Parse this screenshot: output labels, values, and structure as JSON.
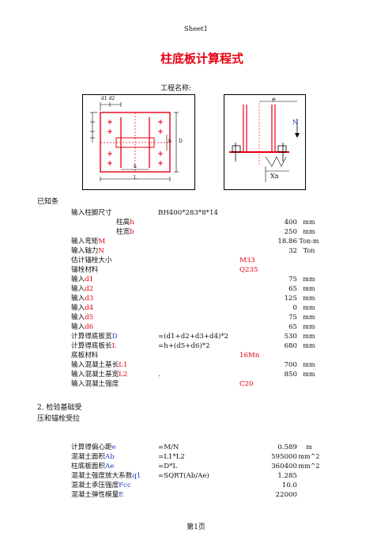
{
  "sheet_title": "Sheet1",
  "title": "柱底板计算程式",
  "project_label": "工程名称:",
  "figure_labels": {
    "d1d2": "d1 d2",
    "b": "b",
    "D": "D",
    "h": "h",
    "L": "L",
    "e": "e",
    "N": "N",
    "Xn": "Xn"
  },
  "known_label": "已知条",
  "section2_label": "2. 检验基础受压和锚栓受拉",
  "rows": [
    {
      "label": "输入柱脚尺寸",
      "formula": "BH400*283*8*14",
      "value": "",
      "unit": ""
    },
    {
      "label": "柱高",
      "var": "h",
      "formula": "",
      "value": "400",
      "unit": "mm"
    },
    {
      "label": "柱宽",
      "var": "b",
      "formula": "",
      "value": "250",
      "unit": "mm"
    },
    {
      "label": "输入弯矩",
      "var": "M",
      "formula": "",
      "value": "18.86",
      "unit": "Ton-m"
    },
    {
      "label": "输入轴力",
      "var": "N",
      "formula": "",
      "value": "32",
      "unit": "Ton"
    },
    {
      "label": "估计锚栓大小",
      "formula": "",
      "redval": "M33",
      "value": "",
      "unit": ""
    },
    {
      "label": "锚栓材料",
      "formula": "",
      "redval": "Q235",
      "value": "",
      "unit": ""
    },
    {
      "label": "输入",
      "var": "d1",
      "formula": "",
      "value": "75",
      "unit": "mm"
    },
    {
      "label": "输入",
      "var": "d2",
      "formula": "",
      "value": "65",
      "unit": "mm"
    },
    {
      "label": "输入",
      "var": "d3",
      "formula": "",
      "value": "125",
      "unit": "mm"
    },
    {
      "label": "输入",
      "var": "d4",
      "formula": "",
      "value": "0",
      "unit": "mm"
    },
    {
      "label": "输入",
      "var": "d5",
      "formula": "",
      "value": "75",
      "unit": "mm"
    },
    {
      "label": "输入",
      "var": "d6",
      "formula": "",
      "value": "65",
      "unit": "mm"
    },
    {
      "label": "计算得底板宽",
      "var": "D",
      "formula": "=(d1+d2+d3+d4)*2",
      "value": "530",
      "unit": "mm"
    },
    {
      "label": "计算得底板长",
      "var": "L",
      "formula": "=h+(d5+d6)*2",
      "value": "680",
      "unit": "mm"
    },
    {
      "label": "底板材料",
      "formula": "",
      "redval": "16Mn",
      "value": "",
      "unit": ""
    },
    {
      "label": "输入混凝土基长",
      "var": "L1",
      "formula": "",
      "value": "700",
      "unit": "mm"
    },
    {
      "label": "输入混凝土基宽",
      "var": "L2",
      "formula": ".",
      "value": "850",
      "unit": "mm"
    },
    {
      "label": "输入混凝土强度",
      "formula": "",
      "redval": "C20",
      "value": "",
      "unit": ""
    }
  ],
  "rows2": [
    {
      "label": "计算得偏心距",
      "var": "e",
      "formula": "=M/N",
      "value": "0.589",
      "unit": "m"
    },
    {
      "label": "混凝土面积",
      "var": "Ab",
      "formula": "=L1*L2",
      "value": "595000",
      "unit": "mm^2"
    },
    {
      "label": "柱底板面积",
      "var": "Ae",
      "formula": "=D*L",
      "value": "360400",
      "unit": "mm^2"
    },
    {
      "label": "混凝土强度放大系数",
      "var": "q1",
      "formula": "=SQRT(Ab/Ae)",
      "value": "1.285",
      "unit": ""
    },
    {
      "label": "混凝土承压强度",
      "var": "Fcc",
      "formula": "",
      "value": "10.0",
      "unit": ""
    },
    {
      "label": "混凝土弹性模量",
      "var": "E",
      "formula": "",
      "value": "22000",
      "unit": ""
    }
  ],
  "footer": "第1页"
}
